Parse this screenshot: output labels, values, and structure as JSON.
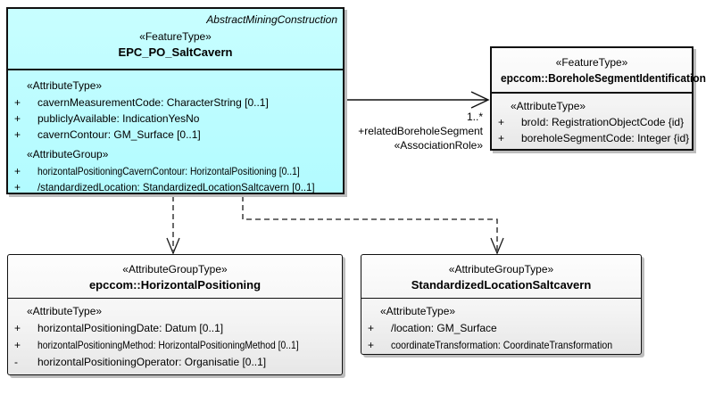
{
  "colors": {
    "class_fill_accent": "#b2fbff",
    "border": "#101010",
    "shadow": "#bdbdbd"
  },
  "classes": [
    {
      "badge": "AbstractMiningConstruction",
      "stereotype": "«FeatureType»",
      "name": "EPC_PO_SaltCavern",
      "sections": [
        {
          "heading": "«AttributeType»",
          "rows": [
            {
              "vis": "+",
              "text": "cavernMeasurementCode: CharacterString [0..1]"
            },
            {
              "vis": "+",
              "text": "publiclyAvailable: IndicationYesNo"
            },
            {
              "vis": "+",
              "text": "cavernContour: GM_Surface [0..1]"
            }
          ]
        },
        {
          "heading": "«AttributeGroup»",
          "rows": [
            {
              "vis": "+",
              "text": "horizontalPositioningCavernContour: HorizontalPositioning [0..1]"
            },
            {
              "vis": "+",
              "text": "/standardizedLocation: StandardizedLocationSaltcavern [0..1]"
            }
          ]
        }
      ]
    },
    {
      "stereotype": "«FeatureType»",
      "name": "epccom::BoreholeSegmentIdentification",
      "sections": [
        {
          "heading": "«AttributeType»",
          "rows": [
            {
              "vis": "+",
              "text": "broId: RegistrationObjectCode {id}"
            },
            {
              "vis": "+",
              "text": "boreholeSegmentCode: Integer {id}"
            }
          ]
        }
      ]
    },
    {
      "stereotype": "«AttributeGroupType»",
      "name": "epccom::HorizontalPositioning",
      "sections": [
        {
          "heading": "«AttributeType»",
          "rows": [
            {
              "vis": "+",
              "text": "horizontalPositioningDate: Datum [0..1]"
            },
            {
              "vis": "+",
              "text": "horizontalPositioningMethod: HorizontalPositioningMethod [0..1]"
            },
            {
              "vis": "-",
              "text": "horizontalPositioningOperator: Organisatie [0..1]"
            }
          ]
        }
      ]
    },
    {
      "stereotype": "«AttributeGroupType»",
      "name": "StandardizedLocationSaltcavern",
      "sections": [
        {
          "heading": "«AttributeType»",
          "rows": [
            {
              "vis": "+",
              "text": "/location: GM_Surface"
            },
            {
              "vis": "+",
              "text": "coordinateTransformation: CoordinateTransformation"
            }
          ]
        }
      ]
    }
  ],
  "association": {
    "multiplicity": "1..*",
    "role": "+relatedBoreholeSegment",
    "stereotype": "«AssociationRole»"
  }
}
